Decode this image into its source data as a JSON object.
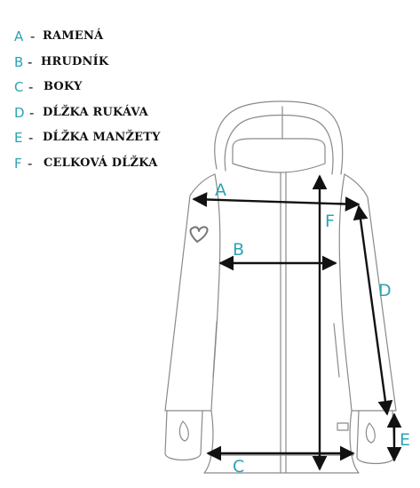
{
  "legend": [
    {
      "letter": "A",
      "dash": "-",
      "name": "RAMENÁ"
    },
    {
      "letter": "B",
      "dash": "-",
      "name": "HRUDNÍK"
    },
    {
      "letter": "C",
      "dash": "-",
      "name": "BOKY"
    },
    {
      "letter": "D",
      "dash": "-",
      "name": "DĹŽKA RUKÁVA"
    },
    {
      "letter": "E",
      "dash": "-",
      "name": "DĹŽKA MANŽETY"
    },
    {
      "letter": "F",
      "dash": "-",
      "name": "CELKOVÁ DĹŽKA"
    }
  ],
  "markers": {
    "a": "A",
    "b": "B",
    "c": "C",
    "d": "D",
    "e": "E",
    "f": "F"
  },
  "colors": {
    "accent": "#2ba3b3",
    "line": "#111111",
    "outline": "#8a8a8a"
  }
}
